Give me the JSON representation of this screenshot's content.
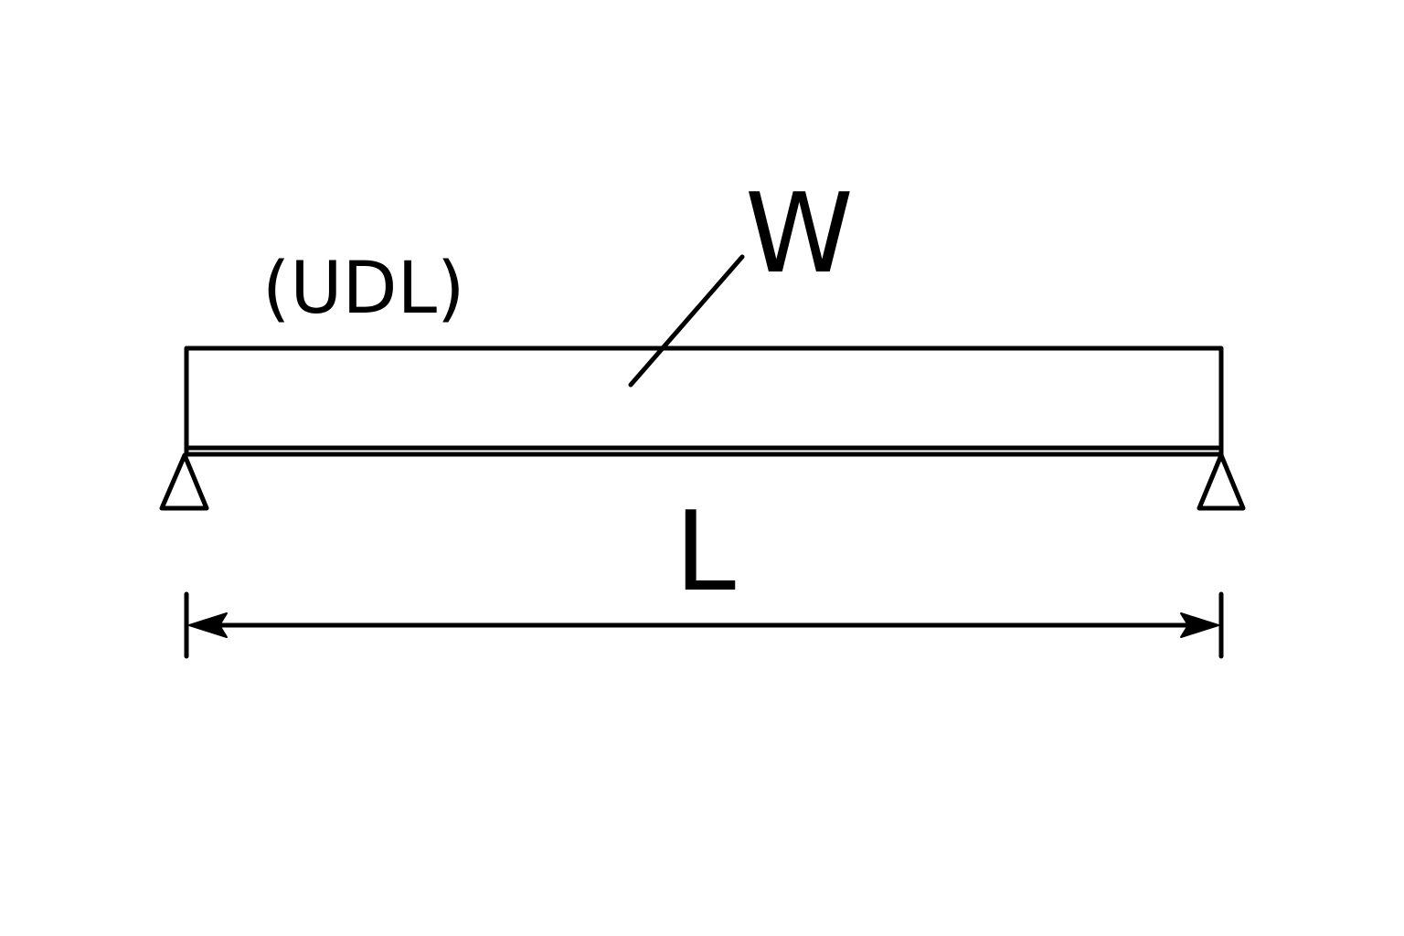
{
  "diagram": {
    "load_label": "(UDL)",
    "load_symbol": "W",
    "span_label": "L"
  },
  "colors": {
    "line": "#000000",
    "background": "#ffffff"
  }
}
